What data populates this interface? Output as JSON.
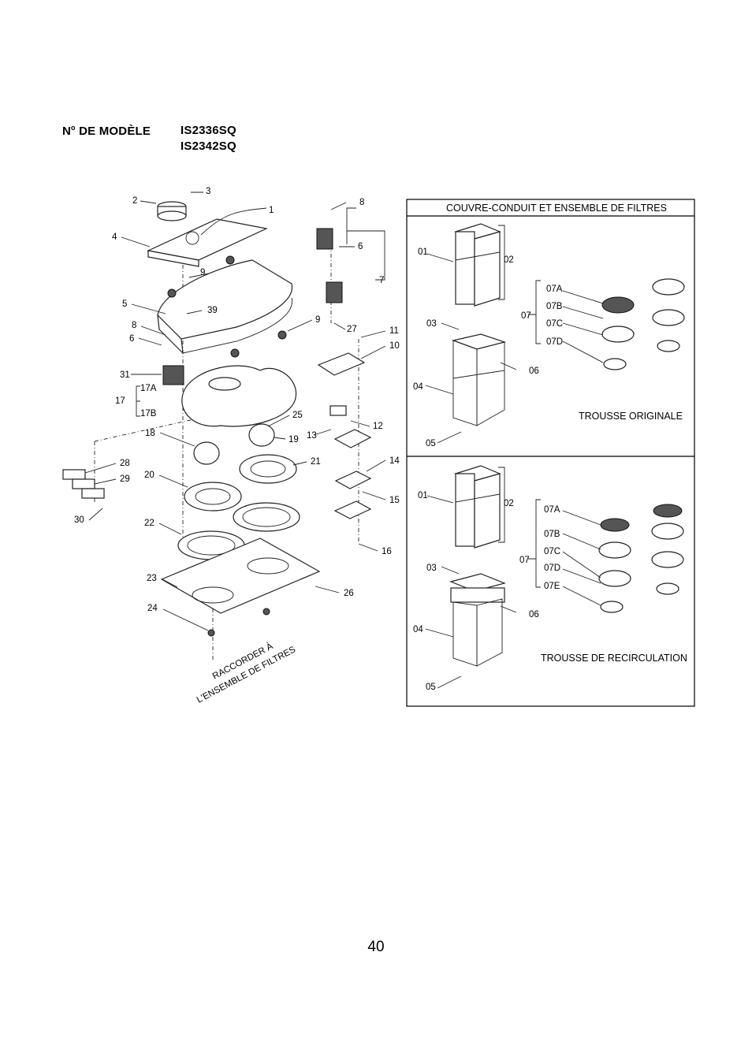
{
  "header": {
    "model_label_prefix": "N",
    "model_label_sup": "o",
    "model_label_suffix": " DE MODÈLE",
    "models": [
      "IS2336SQ",
      "IS2342SQ"
    ]
  },
  "main_diagram": {
    "callouts": [
      "1",
      "2",
      "3",
      "4",
      "5",
      "6",
      "7",
      "8",
      "9",
      "9",
      "10",
      "11",
      "12",
      "13",
      "14",
      "15",
      "16",
      "17",
      "17A",
      "17B",
      "18",
      "19",
      "20",
      "21",
      "22",
      "23",
      "24",
      "25",
      "26",
      "27",
      "28",
      "29",
      "30",
      "31",
      "39",
      "6",
      "8"
    ],
    "connect_text_line1": "RACCORDER À",
    "connect_text_line2": "L'ENSEMBLE DE FILTRES"
  },
  "side_panel": {
    "title": "COUVRE-CONDUIT ET ENSEMBLE DE FILTRES",
    "original": {
      "label": "TROUSSE ORIGINALE",
      "callouts": [
        "01",
        "02",
        "03",
        "04",
        "05",
        "06",
        "07",
        "07A",
        "07B",
        "07C",
        "07D"
      ]
    },
    "recirculation": {
      "label": "TROUSSE DE RECIRCULATION",
      "callouts": [
        "01",
        "02",
        "03",
        "04",
        "05",
        "06",
        "07",
        "07A",
        "07B",
        "07C",
        "07D",
        "07E"
      ]
    }
  },
  "footer": {
    "page_number": "40"
  }
}
